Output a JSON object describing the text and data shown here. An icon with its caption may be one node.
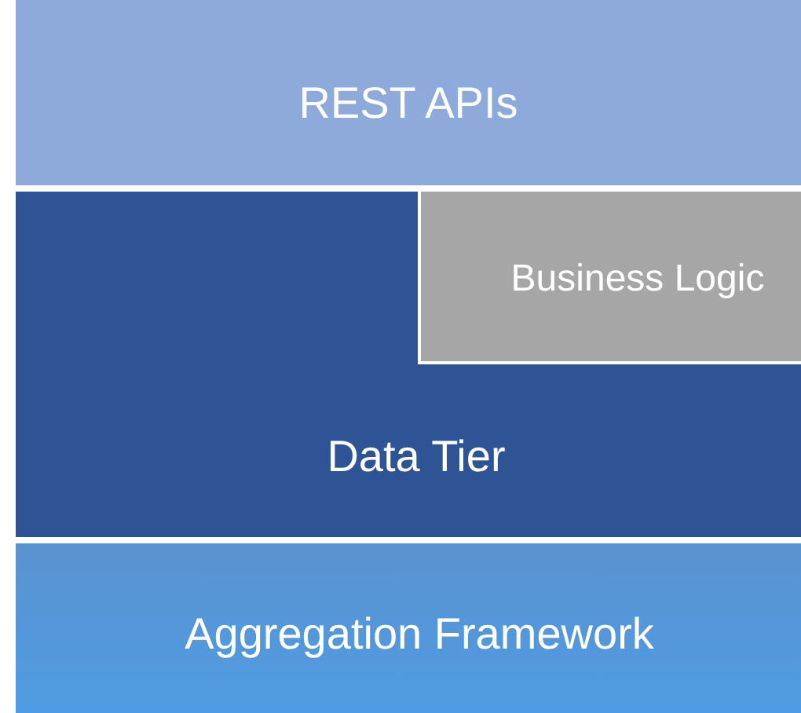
{
  "diagram": {
    "nodes": [
      {
        "text": [
          "REST APIs"
        ]
      },
      {
        "text": [
          "Data Tier"
        ]
      },
      {
        "text": [
          "Business Logic"
        ],
        "in": 1
      },
      {
        "text": [
          "Aggregation Framework"
        ]
      }
    ]
  }
}
